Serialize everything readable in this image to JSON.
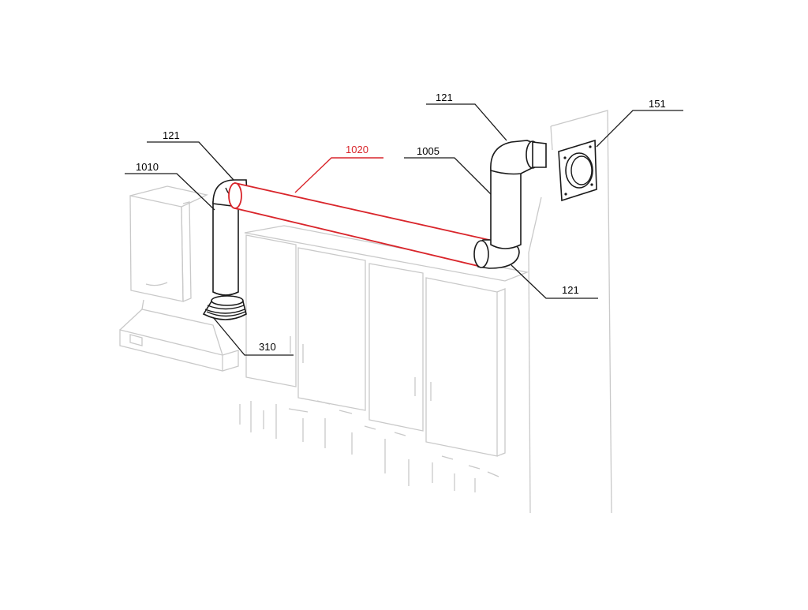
{
  "labels": {
    "elbow_top_left": "121",
    "hose_vertical_left": "1010",
    "pipe_horizontal": "1020",
    "elbow_top_right": "121",
    "pipe_vertical_right": "1005",
    "wall_plate": "151",
    "elbow_bottom_right": "121",
    "collector_cone": "310"
  },
  "colors": {
    "highlight": "#d9252b",
    "line": "#1a1a1a",
    "ghost": "#c9c9c9"
  }
}
